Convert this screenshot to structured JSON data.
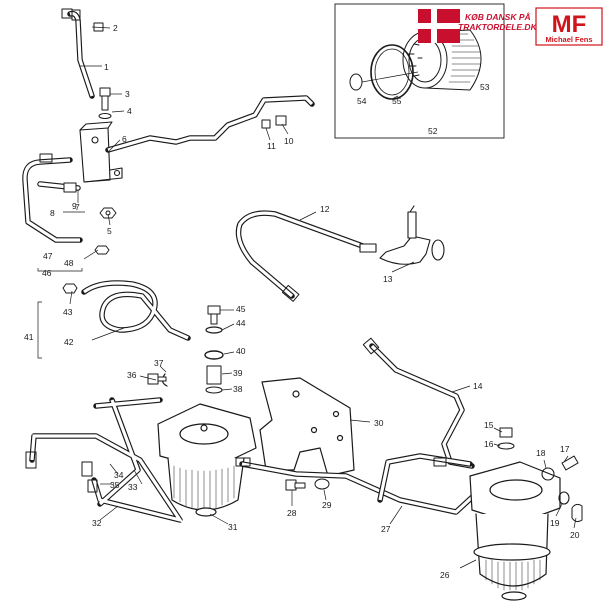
{
  "watermark": {
    "line1": "KØB DANSK PÅ",
    "line2": "TRAKTORDELE.DK",
    "flag_red": "#c8102e"
  },
  "logo": {
    "letters": "MF",
    "name": "Michael Fens",
    "color": "#d0141b"
  },
  "callouts": [
    {
      "id": "c1",
      "text": "1"
    },
    {
      "id": "c2",
      "text": "2"
    },
    {
      "id": "c3",
      "text": "3"
    },
    {
      "id": "c4",
      "text": "4"
    },
    {
      "id": "c5",
      "text": "5"
    },
    {
      "id": "c6",
      "text": "6"
    },
    {
      "id": "c7",
      "text": "7"
    },
    {
      "id": "c8",
      "text": "8"
    },
    {
      "id": "c9",
      "text": "9"
    },
    {
      "id": "c10",
      "text": "10"
    },
    {
      "id": "c11",
      "text": "11"
    },
    {
      "id": "c12",
      "text": "12"
    },
    {
      "id": "c13",
      "text": "13"
    },
    {
      "id": "c14",
      "text": "14"
    },
    {
      "id": "c15",
      "text": "15"
    },
    {
      "id": "c16",
      "text": "16"
    },
    {
      "id": "c17",
      "text": "17"
    },
    {
      "id": "c18",
      "text": "18"
    },
    {
      "id": "c19",
      "text": "19"
    },
    {
      "id": "c20",
      "text": "20"
    },
    {
      "id": "c26",
      "text": "26"
    },
    {
      "id": "c27",
      "text": "27"
    },
    {
      "id": "c28",
      "text": "28"
    },
    {
      "id": "c29",
      "text": "29"
    },
    {
      "id": "c30",
      "text": "30"
    },
    {
      "id": "c31",
      "text": "31"
    },
    {
      "id": "c32",
      "text": "32"
    },
    {
      "id": "c33",
      "text": "33"
    },
    {
      "id": "c34",
      "text": "34"
    },
    {
      "id": "c35",
      "text": "35"
    },
    {
      "id": "c36",
      "text": "36"
    },
    {
      "id": "c37",
      "text": "37"
    },
    {
      "id": "c38",
      "text": "38"
    },
    {
      "id": "c39",
      "text": "39"
    },
    {
      "id": "c40",
      "text": "40"
    },
    {
      "id": "c41",
      "text": "41"
    },
    {
      "id": "c42",
      "text": "42"
    },
    {
      "id": "c43",
      "text": "43"
    },
    {
      "id": "c44",
      "text": "44"
    },
    {
      "id": "c45",
      "text": "45"
    },
    {
      "id": "c46",
      "text": "46"
    },
    {
      "id": "c47",
      "text": "47"
    },
    {
      "id": "c48",
      "text": "48"
    },
    {
      "id": "c52",
      "text": "52"
    },
    {
      "id": "c53",
      "text": "53"
    },
    {
      "id": "c54",
      "text": "54"
    },
    {
      "id": "c55",
      "text": "55"
    }
  ]
}
